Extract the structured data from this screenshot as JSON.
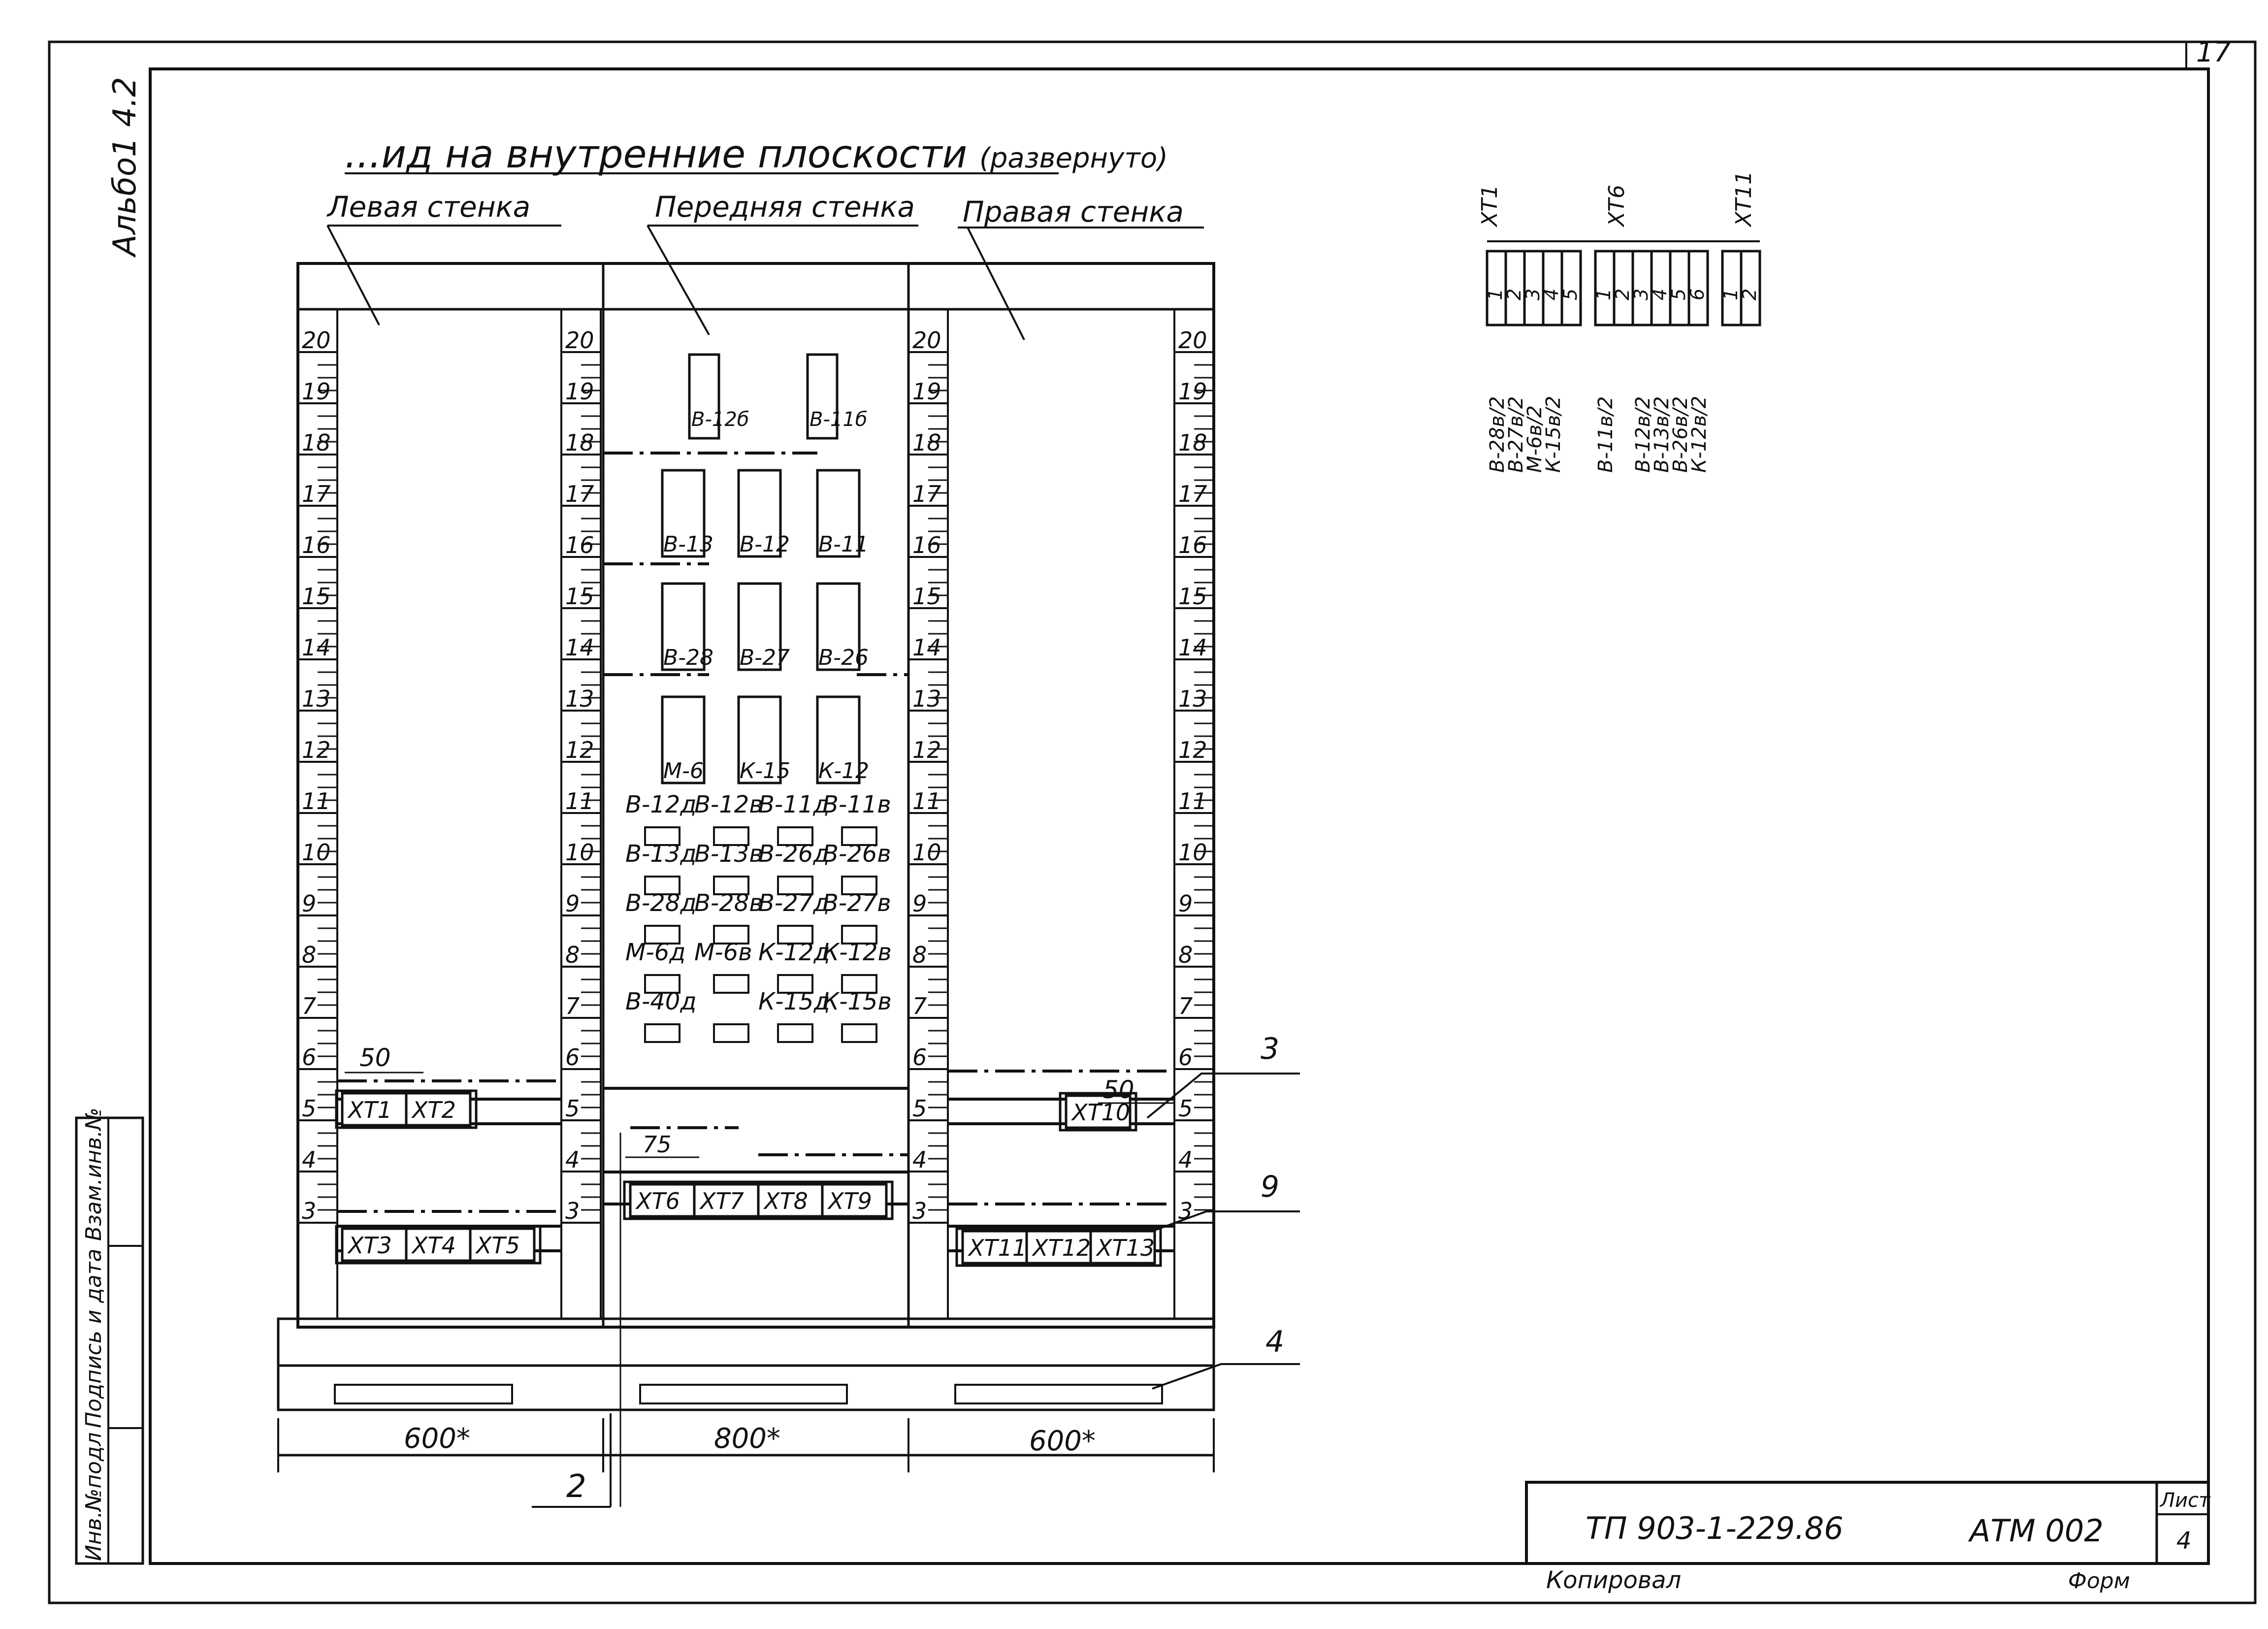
{
  "sheet": {
    "corner_number": "17",
    "album_label": "Альбо1 4.2",
    "copied_label": "Копировал",
    "format_label": "Форм"
  },
  "title": {
    "heading": "...ид на внутренние плоскости",
    "heading_note": "(развернуто)"
  },
  "walls": {
    "left": "Левая стенка",
    "front": "Передняя стенка",
    "right": "Правая стенка"
  },
  "scale": [
    "20",
    "19",
    "18",
    "17",
    "16",
    "15",
    "14",
    "13",
    "12",
    "11",
    "10",
    "9",
    "8",
    "7",
    "6",
    "5",
    "4",
    "3"
  ],
  "front_devices": {
    "top": [
      "В-12б",
      "В-11б"
    ],
    "row1": [
      "В-13",
      "В-12",
      "В-11"
    ],
    "row2": [
      "В-28",
      "В-27",
      "В-26"
    ],
    "row3": [
      "М-6",
      "К-15",
      "К-12"
    ]
  },
  "front_labels": [
    [
      "В-12д",
      "В-12в",
      "В-11д",
      "В-11в"
    ],
    [
      "В-13д",
      "В-13в",
      "В-26д",
      "В-26в"
    ],
    [
      "В-28д",
      "В-28в",
      "В-27д",
      "В-27в"
    ],
    [
      "М-6д",
      "М-6в",
      "К-12д",
      "К-12в"
    ],
    [
      "В-40д",
      "",
      "К-15д",
      "К-15в"
    ]
  ],
  "terminals": {
    "left_upper": [
      "ХТ1",
      "ХТ2"
    ],
    "left_lower": [
      "ХТ3",
      "ХТ4",
      "ХТ5"
    ],
    "front_lower": [
      "ХТ6",
      "ХТ7",
      "ХТ8",
      "ХТ9"
    ],
    "right_upper": [
      "ХТ10"
    ],
    "right_lower": [
      "ХТ11",
      "ХТ12",
      "ХТ13"
    ]
  },
  "dims": {
    "dim_50": "50",
    "dim_75": "75",
    "w_left": "600*",
    "w_front": "800*",
    "w_right": "600*"
  },
  "callouts": [
    "3",
    "9",
    "4",
    "2"
  ],
  "strip": {
    "headers": [
      "ХТ1",
      "ХТ6",
      "ХТ11"
    ],
    "cells": [
      "1",
      "2",
      "3",
      "4",
      "5",
      "1",
      "2",
      "3",
      "4",
      "5",
      "6",
      "1",
      "2"
    ],
    "wires": [
      "В-28в/2",
      "В-27в/2",
      "М-6в/2",
      "К-15в/2",
      "В-11в/2",
      "В-12в/2",
      "В-13в/2",
      "В-26в/2",
      "К-12в/2"
    ]
  },
  "title_block": {
    "doc_code": "ТП 903-1-229.86",
    "doc_mark": "АТМ 002",
    "sheet_label": "Лист",
    "sheet_no": "4"
  },
  "stamp": {
    "col1": "Инв.№подл",
    "col2": "Подпись и дата",
    "col3": "Взам.инв.№"
  }
}
